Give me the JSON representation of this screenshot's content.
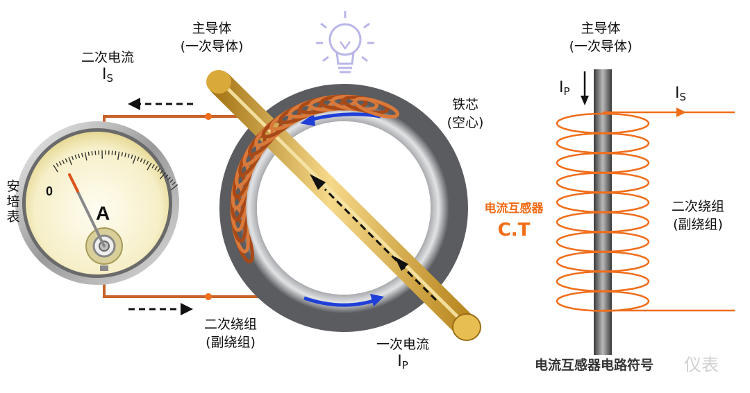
{
  "labels": {
    "main_conductor": "主导体",
    "primary_conductor": "(一次导体)",
    "secondary_current": "二次电流",
    "is": "I",
    "is_sub": "S",
    "ammeter": "安培表",
    "dial_zero": "0",
    "dial_unit": "A",
    "iron_core": "铁芯",
    "hollow": "(空心)",
    "secondary_winding": "二次绕组",
    "sub_winding": "(副绕组)",
    "primary_current": "一次电流",
    "ip": "I",
    "ip_sub": "P",
    "ct_name": "电流互感器",
    "ct_abbr": "C.T",
    "symbol_title": "电流互感器电路符号",
    "watermark_ghost": "仪表"
  },
  "colors": {
    "accent": "#f06d1a",
    "rod_gold": "#e2b23a",
    "core_gray": "#8a8c90",
    "arrow_blue": "#1f3fd8",
    "copper": "#c8632a"
  },
  "icons": [
    "lightbulb-icon"
  ]
}
